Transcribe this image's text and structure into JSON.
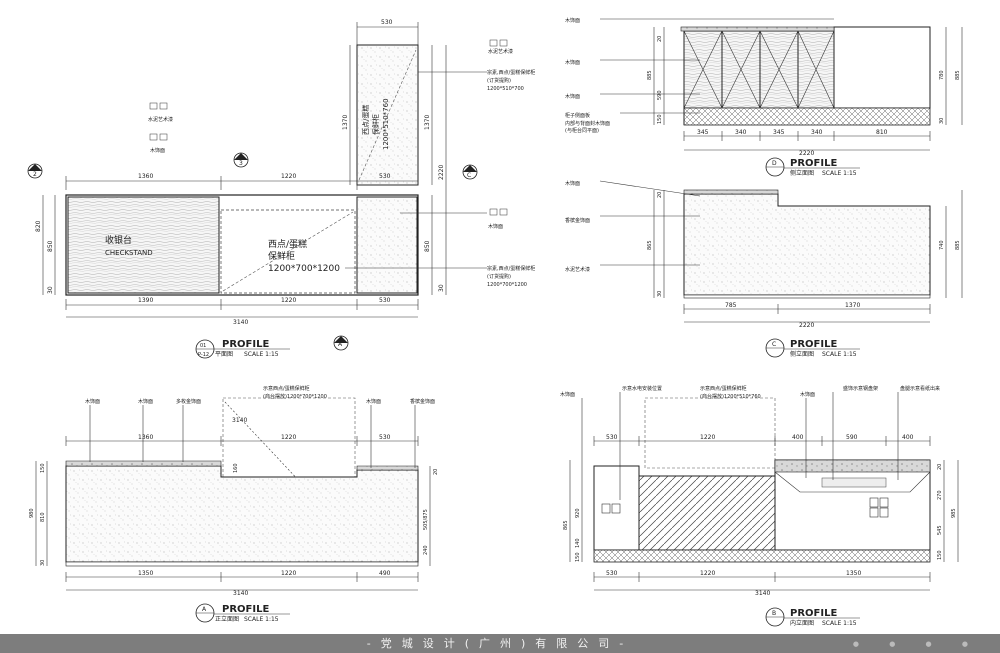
{
  "plan": {
    "top": {
      "d530": "530",
      "d1370_l": "1370",
      "d1370_r": "1370",
      "d2220": "2220",
      "d30": "30"
    },
    "dims_top": [
      "1360",
      "1220",
      "530"
    ],
    "dims_bot": [
      "1390",
      "1220",
      "530"
    ],
    "total": "3140",
    "left_v": [
      "820",
      "850",
      "30"
    ],
    "right_v": [
      "850"
    ],
    "checkstand_cn": "收银台",
    "checkstand_en": "CHECKSTAND",
    "cabinet_lines": [
      "西点/蛋糕",
      "保鲜柜",
      "1200*700*1200"
    ],
    "tall_cabinet_lines": [
      "西点/蛋糕",
      "保鲜柜",
      "1200*510*760"
    ],
    "tag_upper": [
      "宗素,西点/蛋糕保鲜柜",
      "(订货提购)",
      "1200*510*700"
    ],
    "tag_lower": [
      "宗素,西点/蛋糕保鲜柜",
      "(订货提购)",
      "1200*700*1200"
    ],
    "tag_mid": "木饰面",
    "tag_top": "水泥艺术漆",
    "label_left_a": "水泥艺术漆",
    "label_left_b": "木饰面",
    "markers": [
      "2",
      "3",
      "C",
      "A"
    ],
    "title_num": "01",
    "title_sub": "P-12",
    "title_word": "PROFILE",
    "title_name": "平面图",
    "scale": "SCALE  1:15"
  },
  "viewD": {
    "labels": [
      "木饰面",
      "木饰面",
      "木饰面",
      "柜子侧面板",
      "内部与背面封木饰面",
      "(与柜台同平面)"
    ],
    "v_left": [
      "20",
      "590",
      "885",
      "150"
    ],
    "v_right": [
      "780",
      "885",
      "30"
    ],
    "dims": [
      "345",
      "340",
      "345",
      "340",
      "810"
    ],
    "total": "2220",
    "marker": "D",
    "title_word": "PROFILE",
    "title_name": "侧立面图",
    "scale": "SCALE  1:15"
  },
  "viewC": {
    "labels": [
      "木饰面",
      "香槟金饰面",
      "水泥艺术漆"
    ],
    "v_left": [
      "20",
      "865",
      "30"
    ],
    "v_right": [
      "740",
      "885"
    ],
    "dims": [
      "785",
      "1370"
    ],
    "total": "2220",
    "marker": "C",
    "title_word": "PROFILE",
    "title_name": "侧立面图",
    "scale": "SCALE  1:15"
  },
  "viewA": {
    "labels": [
      "木饰面",
      "木饰面",
      "多枚金饰面",
      "木饰面",
      "香槟金饰面"
    ],
    "note": [
      "示意西点/蛋糕保鲜柜",
      "(商台摆放)1200*700*1200"
    ],
    "inner": "3140",
    "dims_top": [
      "1360",
      "1220",
      "530"
    ],
    "v_left": [
      "150",
      "810",
      "980",
      "30"
    ],
    "v_right": [
      "160",
      "240",
      "505/875",
      "20"
    ],
    "dims_bot": [
      "1350",
      "1220",
      "490"
    ],
    "total": "3140",
    "marker": "A",
    "title_word": "PROFILE",
    "title_name": "正立面图",
    "scale": "SCALE  1:15"
  },
  "viewB": {
    "labels": [
      "木饰面",
      "示意水电安装位置",
      "木饰面",
      "盛饰示意钢盘架",
      "盘腿示意看纸出来"
    ],
    "note": [
      "示意西点/蛋糕保鲜柜",
      "(商台摆放)1200*510*760"
    ],
    "dims_top": [
      "530",
      "1220",
      "400",
      "590",
      "400"
    ],
    "v_left": [
      "920",
      "865",
      "140",
      "150"
    ],
    "v_right": [
      "20",
      "270",
      "545",
      "150",
      "985"
    ],
    "dims_bot": [
      "530",
      "1220",
      "1350"
    ],
    "total": "3140",
    "marker": "B",
    "title_word": "PROFILE",
    "title_name": "内立面图",
    "scale": "SCALE  1:15"
  },
  "footer": "-党城设计(广州)有限公司-"
}
